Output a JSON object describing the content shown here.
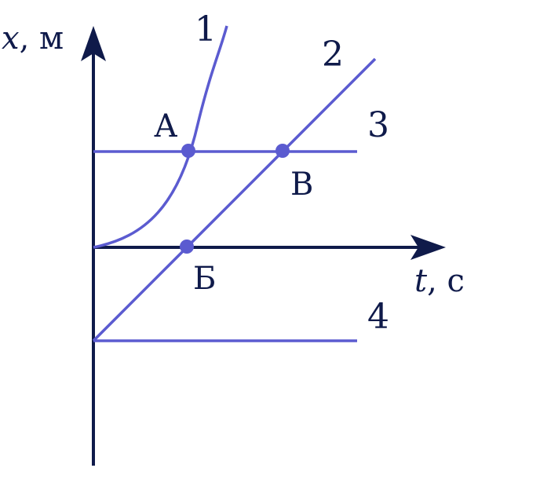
{
  "colors": {
    "axis": "#0f1a4a",
    "graph": "#5b5bd0",
    "point": "#5b5bd0",
    "text": "#0f1a4a"
  },
  "axes": {
    "y_var": "x",
    "y_unit": ", м",
    "x_var": "t",
    "x_unit": ", с"
  },
  "graphs": [
    {
      "id": "1",
      "label": "1",
      "kind": "curve"
    },
    {
      "id": "2",
      "label": "2",
      "kind": "line"
    },
    {
      "id": "3",
      "label": "3",
      "kind": "horizontal"
    },
    {
      "id": "4",
      "label": "4",
      "kind": "horizontal"
    }
  ],
  "points": [
    {
      "id": "A",
      "label": "А"
    },
    {
      "id": "B",
      "label": "Б"
    },
    {
      "id": "V",
      "label": "В"
    }
  ]
}
